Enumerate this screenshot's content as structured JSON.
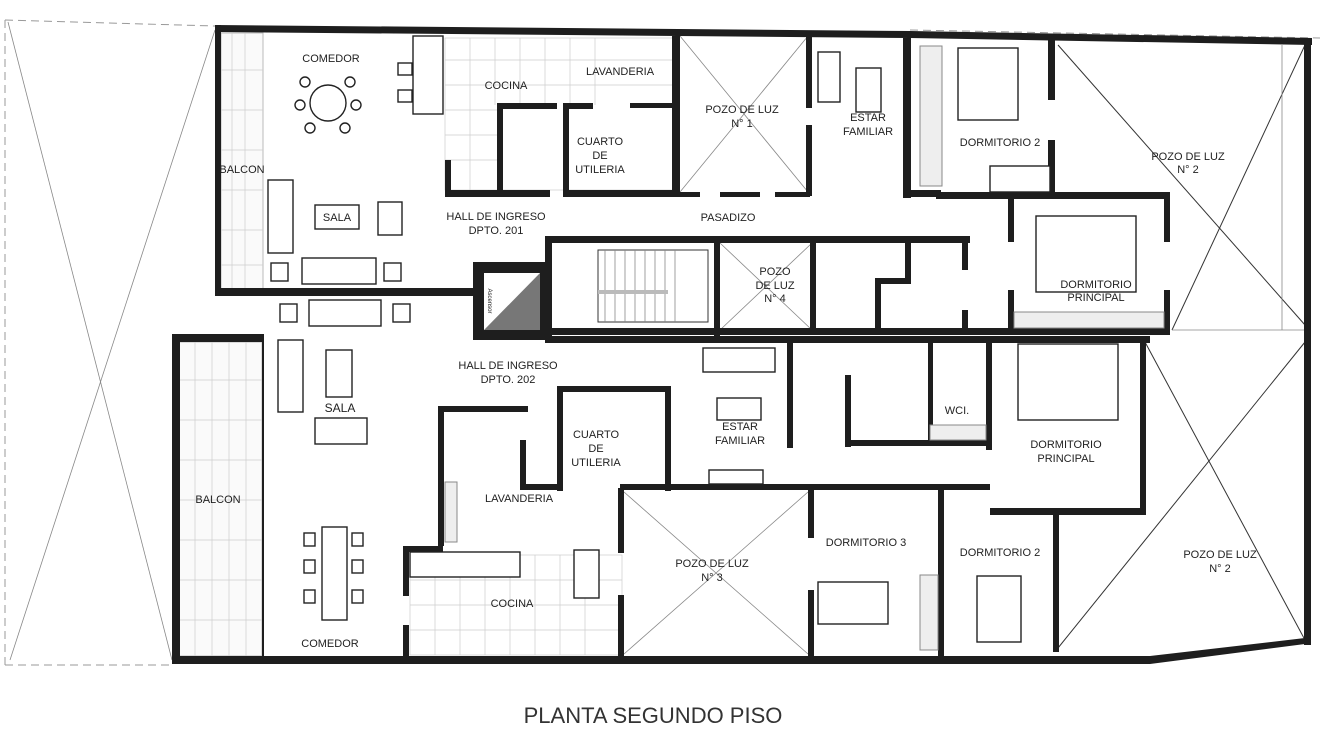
{
  "title": "PLANTA SEGUNDO PISO",
  "upper_unit": {
    "comedor": "COMEDOR",
    "cocina": "COCINA",
    "lavanderia": "LAVANDERIA",
    "cuarto_1": "CUARTO",
    "cuarto_2": "DE",
    "cuarto_3": "UTILERIA",
    "pozo1_1": "POZO DE LUZ",
    "pozo1_2": "N° 1",
    "estar_1": "ESTAR",
    "estar_2": "FAMILIAR",
    "dorm2": "DORMITORIO 2",
    "pozo2_1": "POZO DE LUZ",
    "pozo2_2": "N° 2",
    "balcon": "BALCON",
    "sala": "SALA",
    "hall_1": "HALL DE INGRESO",
    "hall_2": "DPTO. 201",
    "pasadizo": "PASADIZO",
    "pozo4_1": "POZO",
    "pozo4_2": "DE LUZ",
    "pozo4_3": "N° 4",
    "dormp_1": "DORMITORIO",
    "dormp_2": "PRINCIPAL",
    "ascensor": "Ascensor"
  },
  "lower_unit": {
    "hall_1": "HALL DE INGRESO",
    "hall_2": "DPTO. 202",
    "sala": "SALA",
    "balcon": "BALCON",
    "cuarto_1": "CUARTO",
    "cuarto_2": "DE",
    "cuarto_3": "UTILERIA",
    "estar_1": "ESTAR",
    "estar_2": "FAMILIAR",
    "wc": "WCI.",
    "dormp_1": "DORMITORIO",
    "dormp_2": "PRINCIPAL",
    "lavanderia": "LAVANDERIA",
    "pozo3_1": "POZO DE LUZ",
    "pozo3_2": "N° 3",
    "dorm3": "DORMITORIO 3",
    "dorm2": "DORMITORIO 2",
    "pozo2_1": "POZO DE LUZ",
    "pozo2_2": "N° 2",
    "cocina": "COCINA",
    "comedor": "COMEDOR"
  }
}
